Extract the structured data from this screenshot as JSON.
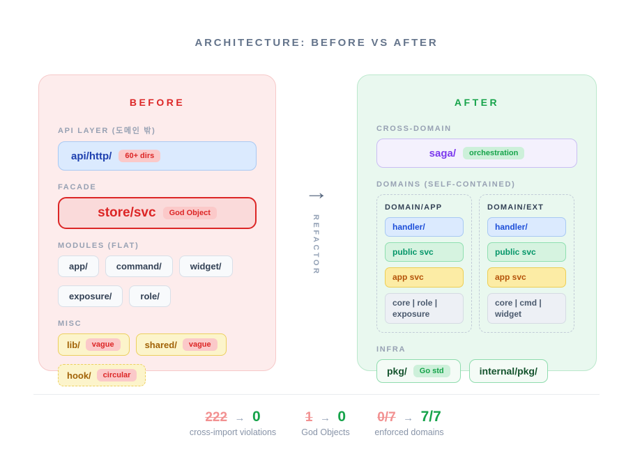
{
  "title": "ARCHITECTURE: BEFORE VS AFTER",
  "glyphs": {
    "arrow": "→"
  },
  "refactor_label": "REFACTOR",
  "colors": {
    "red_accent": "#dc2626",
    "green_accent": "#16a34a",
    "blue_accent": "#1d4ed8",
    "purple_accent": "#7c3aed",
    "amber_accent": "#b45309",
    "slate_text": "#64748b",
    "before_bg": "#fdecec",
    "after_bg": "#e9f8ef"
  },
  "before": {
    "title": "BEFORE",
    "api_layer": {
      "label": "API LAYER (도메인 밖)",
      "box": {
        "name": "api/http/",
        "badge": "60+ dirs"
      }
    },
    "facade": {
      "label": "FACADE",
      "box": {
        "name": "store/svc",
        "badge": "God Object"
      }
    },
    "modules": {
      "label": "MODULES (FLAT)",
      "chips": [
        "app/",
        "command/",
        "widget/",
        "exposure/",
        "role/"
      ]
    },
    "misc": {
      "label": "MISC",
      "chips": [
        {
          "name": "lib/",
          "badge": "vague"
        },
        {
          "name": "shared/",
          "badge": "vague"
        },
        {
          "name": "hook/",
          "badge": "circular"
        }
      ]
    }
  },
  "after": {
    "title": "AFTER",
    "cross_domain": {
      "label": "CROSS-DOMAIN",
      "box": {
        "name": "saga/",
        "badge": "orchestration"
      }
    },
    "domains": {
      "label": "DOMAINS (SELF-CONTAINED)",
      "groups": [
        {
          "title": "DOMAIN/APP",
          "chips": [
            {
              "text": "handler/"
            },
            {
              "text": "public svc"
            },
            {
              "text": "app svc"
            },
            {
              "text": "core | role | exposure"
            }
          ]
        },
        {
          "title": "DOMAIN/EXT",
          "chips": [
            {
              "text": "handler/"
            },
            {
              "text": "public svc"
            },
            {
              "text": "app svc"
            },
            {
              "text": "core | cmd | widget"
            }
          ]
        }
      ]
    },
    "infra": {
      "label": "INFRA",
      "chips": [
        {
          "name": "pkg/",
          "badge": "Go std"
        },
        {
          "name": "internal/pkg/"
        }
      ]
    }
  },
  "stats": [
    {
      "old": "222",
      "new": "0",
      "label": "cross-import violations"
    },
    {
      "old": "1",
      "new": "0",
      "label": "God Objects"
    },
    {
      "old": "0/7",
      "new": "7/7",
      "label": "enforced domains"
    }
  ]
}
